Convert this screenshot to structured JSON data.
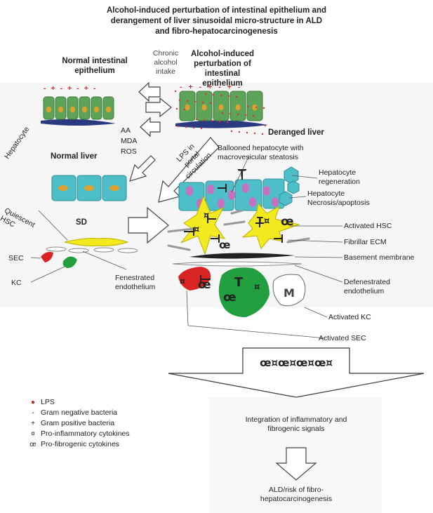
{
  "title": "Alcohol-induced perturbation of intestinal epithelium and derangement of liver sinusoidal micro-structure in ALD and fibro-hepatocarcinogenesis",
  "labels": {
    "normal_epithelium": "Normal intestinal epithelium",
    "chronic_alcohol": "Chronic alcohol intake",
    "perturbation": "Alcohol-induced perturbation of intestinal epithelium",
    "aa": "AA",
    "mda": "MDA",
    "ros": "ROS",
    "lps_portal": "LPS in portal circulation",
    "deranged_liver": "Deranged liver",
    "hepatocyte": "Hepatocyte",
    "normal_liver": "Normal liver",
    "ballooned": "Ballooned hepatocyte with macrovesicular steatosis",
    "regeneration": "Hepatocyte regeneration",
    "necrosis": "Hepatocyte Necrosis/apoptosis",
    "quiescent_hsc": "Quiescent HSC",
    "sd": "SD",
    "activated_hsc": "Activated HSC",
    "fibrillar_ecm": "Fibrillar ECM",
    "basement_membrane": "Basement membrane",
    "sec": "SEC",
    "kc": "KC",
    "fenestrated": "Fenestrated endothelium",
    "defenestrated": "Defenestrated endothelium",
    "activated_kc": "Activated KC",
    "activated_sec": "Activated SEC",
    "m": "M",
    "t": "T",
    "cytokine_mix": "œ¤œ¤œ¤œ¤",
    "integration": "Integration of inflammatory and fibrogenic signals",
    "outcome": "ALD/risk of fibro-hepatocarcinogenesis"
  },
  "symbols": {
    "pro_inflammatory": "¤",
    "pro_fibrogenic": "œ",
    "gram_negative": "-",
    "gram_positive": "+"
  },
  "legend": [
    {
      "symbol": "●",
      "label": "LPS",
      "color": "#c0282a"
    },
    {
      "symbol": "-",
      "label": "Gram negative bacteria"
    },
    {
      "symbol": "+",
      "label": "Gram positive bacteria"
    },
    {
      "symbol": "¤",
      "label": "Pro-inflammatory cytokines"
    },
    {
      "symbol": "œ",
      "label": "Pro-fibrogenic cytokines"
    }
  ],
  "colors": {
    "epithelium_green": "#5ea35a",
    "hepatocyte_cyan": "#4ebfc9",
    "nucleus_orange": "#e0a030",
    "vacuole_purple": "#c86fc0",
    "hsc_yellow": "#f2ea1e",
    "sec_red": "#d92424",
    "kc_green": "#22a040",
    "membrane_navy": "#2a3a80",
    "red_dot": "#e03030"
  }
}
